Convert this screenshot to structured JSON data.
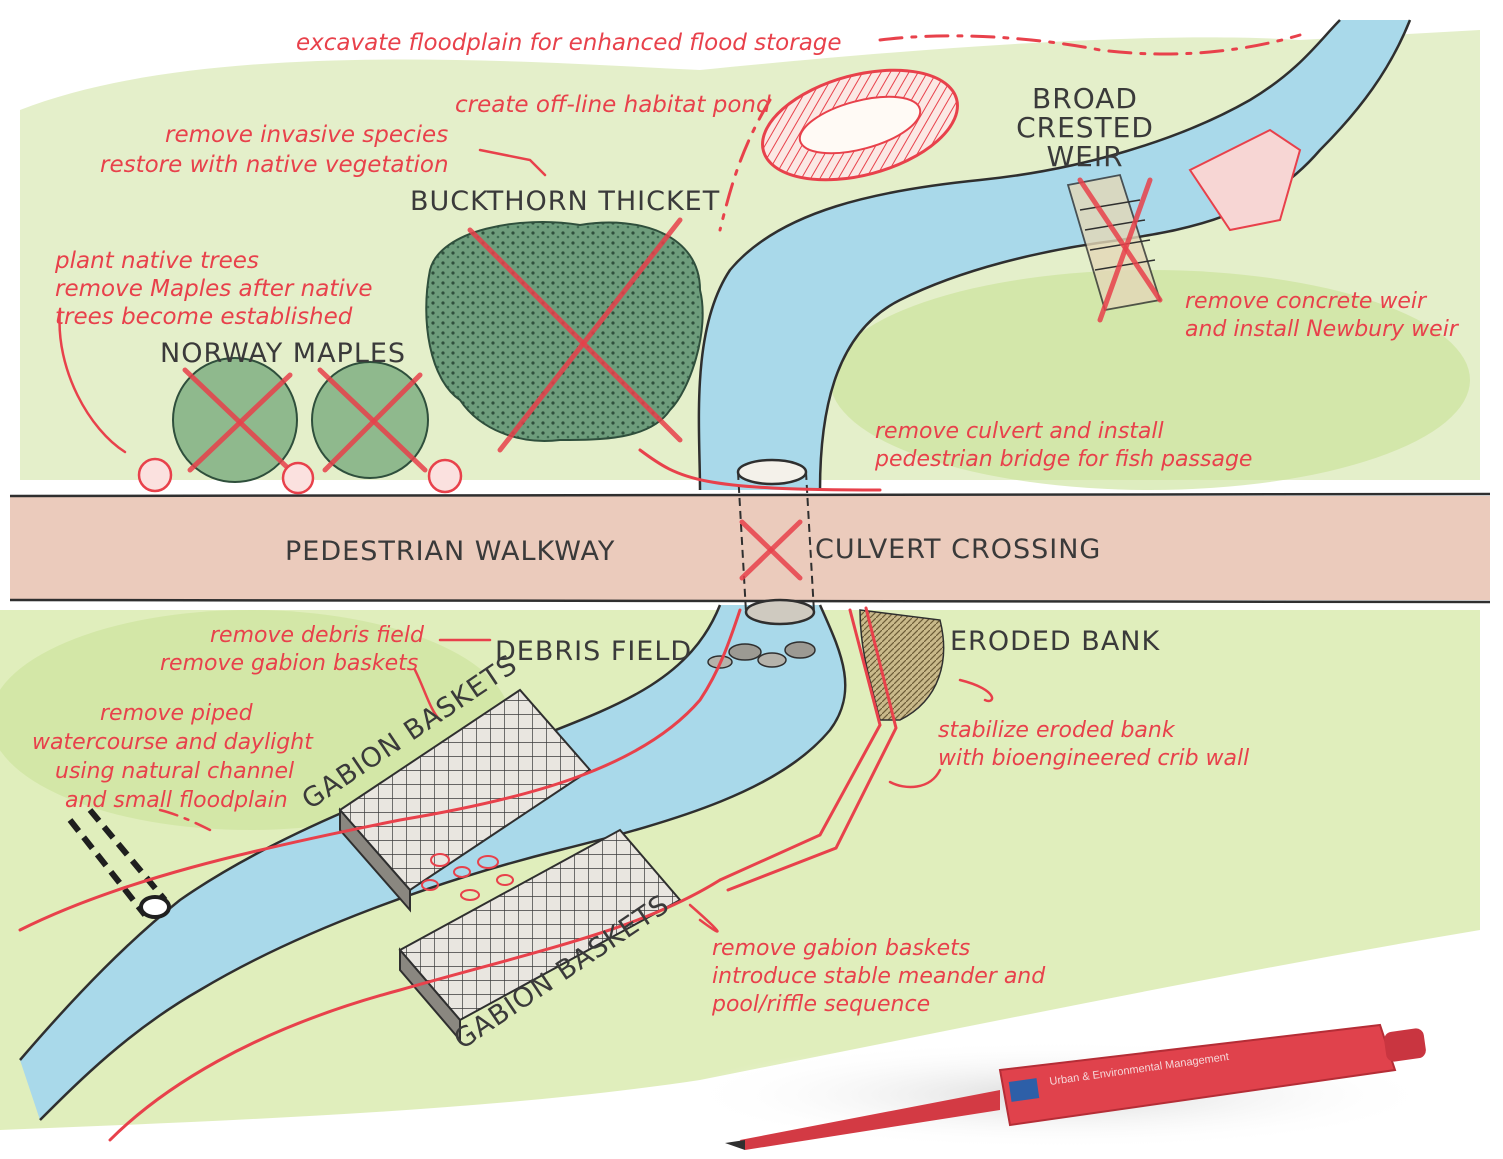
{
  "labels": {
    "broad_crested_weir": [
      "BROAD",
      "CRESTED",
      "WEIR"
    ],
    "buckthorn_thicket": "BUCKTHORN THICKET",
    "norway_maples": "NORWAY MAPLES",
    "pedestrian_walkway": "PEDESTRIAN WALKWAY",
    "culvert_crossing": "CULVERT CROSSING",
    "debris_field": "DEBRIS FIELD",
    "eroded_bank": "ERODED BANK",
    "gabion_baskets_upper": "GABION BASKETS",
    "gabion_baskets_lower": "GABION BASKETS"
  },
  "notes": {
    "excavate_floodplain": "excavate floodplain for enhanced flood storage",
    "habitat_pond": "create off-line habitat pond",
    "invasive_species": [
      "remove invasive species",
      "restore with native vegetation"
    ],
    "native_trees": [
      "plant native trees",
      "remove Maples after native",
      "trees become established"
    ],
    "weir": [
      "remove concrete weir",
      "and install Newbury weir"
    ],
    "culvert": [
      "remove culvert and install",
      "pedestrian bridge for fish passage"
    ],
    "debris": [
      "remove debris field",
      "remove gabion baskets"
    ],
    "piped_watercourse": [
      "remove piped",
      "watercourse and daylight",
      "using natural channel",
      "and small floodplain"
    ],
    "crib_wall": [
      "stabilize eroded bank",
      "with bioengineered crib wall"
    ],
    "meander": [
      "remove gabion baskets",
      "introduce stable meander and",
      "pool/riffle sequence"
    ]
  },
  "pen": {
    "brand_text": "Urban & Environmental Management"
  },
  "colors": {
    "annotation_red": "#e8414b",
    "water": "#a9d9ea",
    "grass": "#cfe3a0",
    "walkway": "#e8c2b0",
    "ink": "#2f2f2f",
    "tree": "#5c8c6f"
  }
}
